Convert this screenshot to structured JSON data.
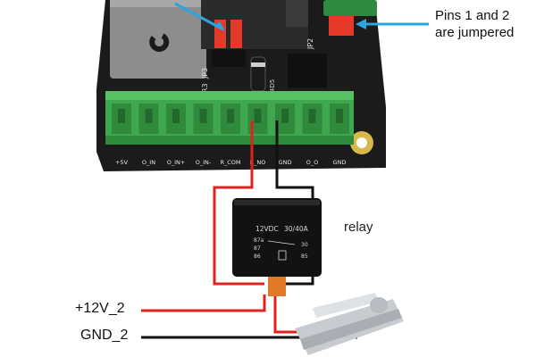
{
  "callout": {
    "line1": "Pins 1 and 2",
    "line2": "are jumpered"
  },
  "labels": {
    "relay": "relay",
    "supply_pos": "+12V_2",
    "supply_gnd": "GND_2"
  },
  "board": {
    "silk_labels": [
      "+5V",
      "O_IN",
      "O_IN+",
      "O_IN-",
      "R_COM",
      "R_NO",
      "GND",
      "O_O",
      "GND"
    ],
    "refs": {
      "r3": "R3",
      "jp3": "JP3",
      "jp2": "JP2",
      "cap": "C4D5"
    }
  },
  "relay_module": {
    "voltage": "12VDC",
    "rating": "30/40A",
    "pins": {
      "p87a": "87a",
      "p87": "87",
      "p86": "86",
      "p30": "30",
      "p85": "85"
    }
  },
  "colors": {
    "pcb": "#1b1b1b",
    "terminal": "#3fa74f",
    "wire_red": "#e0231e",
    "wire_black": "#111111",
    "jumper": "#e53a2a",
    "arrow": "#2aa6de"
  }
}
